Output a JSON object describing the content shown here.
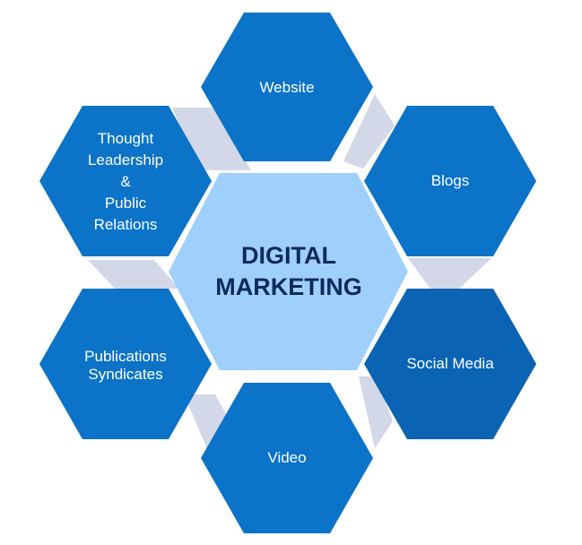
{
  "colors": {
    "outer_hex": "#0b73c8",
    "outer_hex_dark": "#0a63b3",
    "center_hex": "#9fd0fb",
    "connector": "#d3d8e8",
    "center_text": "#0d2a5a",
    "outer_text": "#ffffff"
  },
  "center": {
    "line1": "DIGITAL",
    "line2": "MARKETING"
  },
  "nodes": {
    "website": {
      "lines": [
        "Website"
      ]
    },
    "blogs": {
      "lines": [
        "Blogs"
      ]
    },
    "social_media": {
      "lines": [
        "Social Media"
      ]
    },
    "video": {
      "lines": [
        "Video"
      ]
    },
    "publications": {
      "lines": [
        "Publications",
        "Syndicates"
      ]
    },
    "thought_leadership": {
      "lines": [
        "Thought",
        "Leadership",
        "&",
        "Public",
        "Relations"
      ]
    }
  }
}
